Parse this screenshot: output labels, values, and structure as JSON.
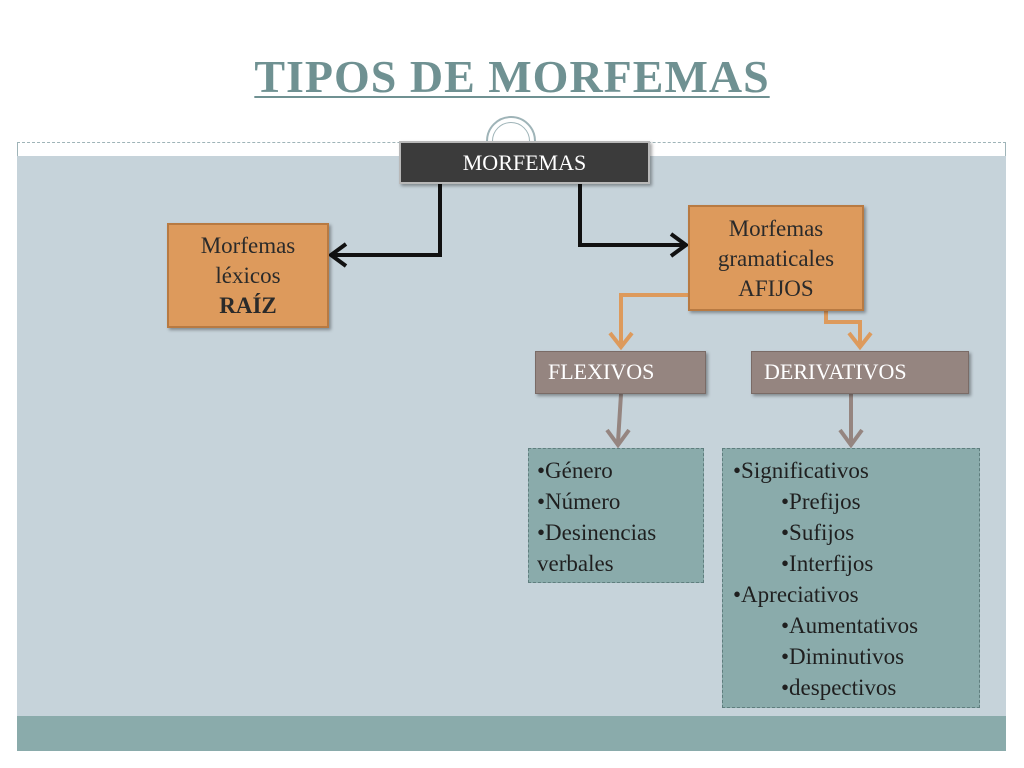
{
  "title": "TIPOS DE MORFEMAS",
  "root": "MORFEMAS",
  "lexicos": {
    "line1": "Morfemas",
    "line2": "léxicos",
    "line3": "RAÍZ"
  },
  "gramaticales": {
    "line1": "Morfemas",
    "line2": "gramaticales",
    "line3": "AFIJOS"
  },
  "flexivos": {
    "label": "FLEXIVOS",
    "items": [
      "•Género",
      "•Número",
      "•Desinencias",
      "verbales"
    ]
  },
  "derivativos": {
    "label": "DERIVATIVOS",
    "items": {
      "significativos": "•Significativos",
      "prefijos": "•Prefijos",
      "sufijos": "•Sufijos",
      "interfijos": "•Interfijos",
      "apreciativos": "•Apreciativos",
      "aumentativos": "•Aumentativos",
      "diminutivos": "•Diminutivos",
      "despectivos": "•despectivos"
    }
  },
  "colors": {
    "title": "#6f9192",
    "root_box": "#3b3b3b",
    "orange_box": "#dd9a5c",
    "taupe_box": "#958580",
    "list_box": "#8aabab",
    "background": "#c6d3da",
    "black_arrow": "#111111",
    "orange_arrow": "#dd9a5c",
    "taupe_arrow": "#958580"
  }
}
